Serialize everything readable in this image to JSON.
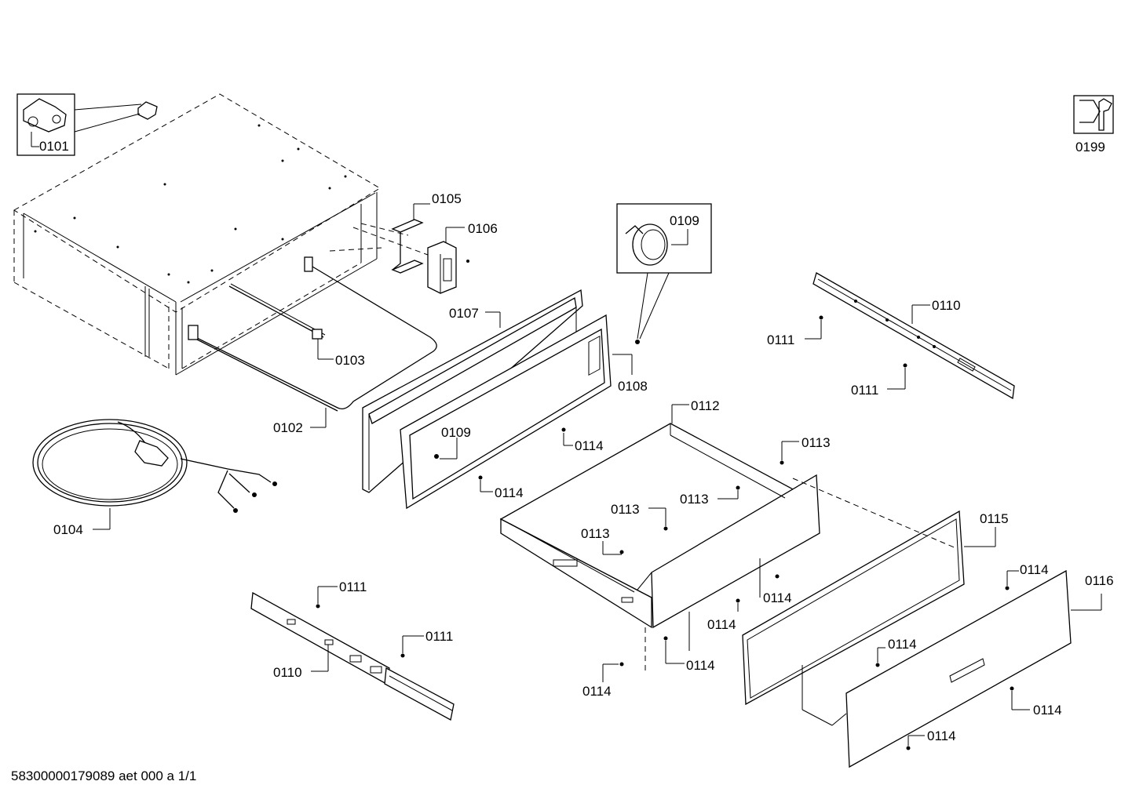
{
  "diagram": {
    "footer": "58300000179089 aet 000 a 1/1",
    "labels": {
      "l0101": "0101",
      "l0102": "0102",
      "l0103": "0103",
      "l0104": "0104",
      "l0105": "0105",
      "l0106": "0106",
      "l0107": "0107",
      "l0108": "0108",
      "l0109a": "0109",
      "l0109b": "0109",
      "l0110a": "0110",
      "l0110b": "0110",
      "l0111a": "0111",
      "l0111b": "0111",
      "l0111c": "0111",
      "l0111d": "0111",
      "l0112": "0112",
      "l0113a": "0113",
      "l0113b": "0113",
      "l0113c": "0113",
      "l0113d": "0113",
      "l0114a": "0114",
      "l0114b": "0114",
      "l0114c": "0114",
      "l0114d": "0114",
      "l0114e": "0114",
      "l0114f": "0114",
      "l0114g": "0114",
      "l0114h": "0114",
      "l0114i": "0114",
      "l0114j": "0114",
      "l0115": "0115",
      "l0116": "0116",
      "l0199": "0199"
    }
  }
}
